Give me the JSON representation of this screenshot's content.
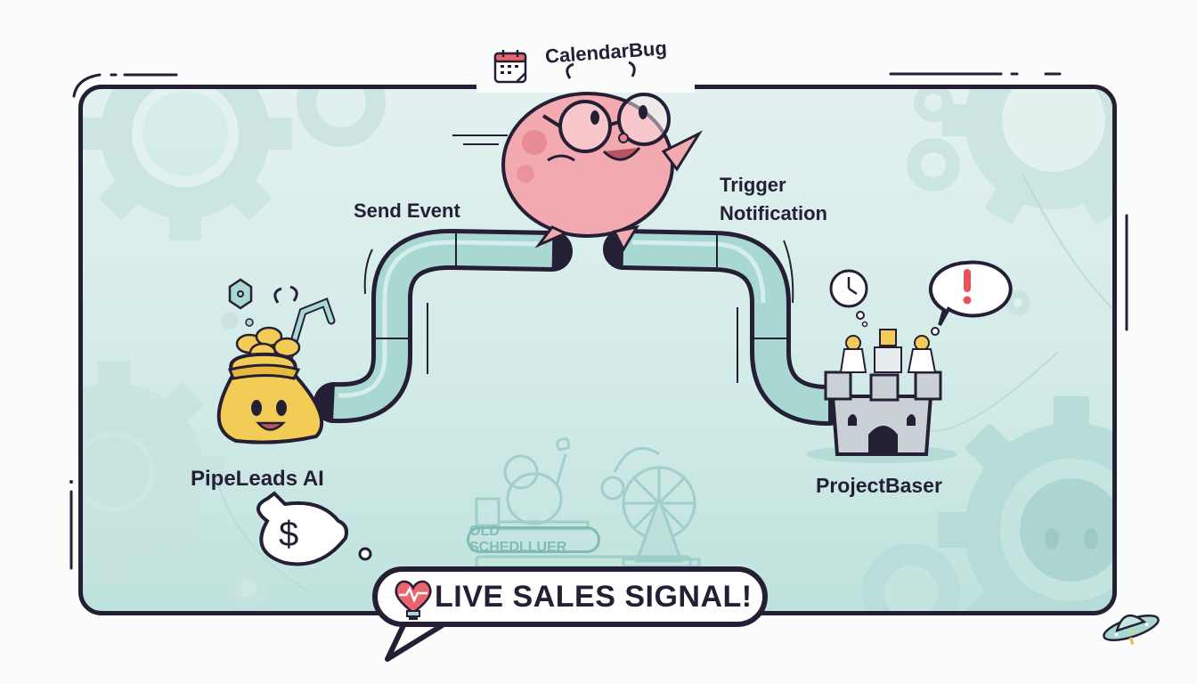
{
  "title": {
    "app_name": "CalendarBug",
    "icon": "calendar-icon"
  },
  "nodes": [
    {
      "id": "pipeleads",
      "label": "PipeLeads AI",
      "icon": "money-bag-icon",
      "thought": "$"
    },
    {
      "id": "calendarbug",
      "label": "CalendarBug",
      "icon": "pink-bug-mascot-icon"
    },
    {
      "id": "projectbaser",
      "label": "ProjectBaser",
      "icon": "castle-icon",
      "thoughts": [
        "clock-icon",
        "!"
      ]
    }
  ],
  "edges": [
    {
      "from": "pipeleads",
      "to": "calendarbug",
      "label": "Send Event"
    },
    {
      "from": "calendarbug",
      "to": "projectbaser",
      "label": "Trigger Notification"
    }
  ],
  "background": {
    "old_system_label": "OLD SCHEDLLUER"
  },
  "callout": {
    "text": "LIVE SALES SIGNAL!",
    "icon": "heartbeat-bulb-icon"
  },
  "colors": {
    "outline": "#241f35",
    "panel": "#d3ebe8",
    "pipe": "#a9d8d2",
    "bug": "#f0a3aa",
    "bag": "#f2cc55",
    "castle": "#c9d0d6",
    "accent_red": "#e8525c"
  }
}
